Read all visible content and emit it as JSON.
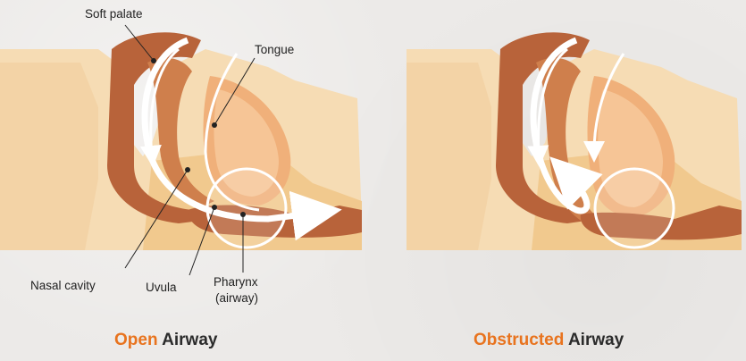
{
  "colors": {
    "background": "#eceae8",
    "skin_light": "#f6dcb4",
    "skin_mid": "#f1c98e",
    "tissue_dark": "#b8633a",
    "tissue_mid": "#cf7f4c",
    "accent": "#e8731e",
    "arrow": "#ffffff"
  },
  "left_panel": {
    "labels": {
      "soft_palate": "Soft palate",
      "tongue": "Tongue",
      "nasal_cavity": "Nasal cavity",
      "uvula": "Uvula",
      "pharynx_line1": "Pharynx",
      "pharynx_line2": "(airway)"
    },
    "title_accent": "Open",
    "title_rest": "Airway"
  },
  "right_panel": {
    "title_accent": "Obstructed",
    "title_rest": "Airway"
  }
}
